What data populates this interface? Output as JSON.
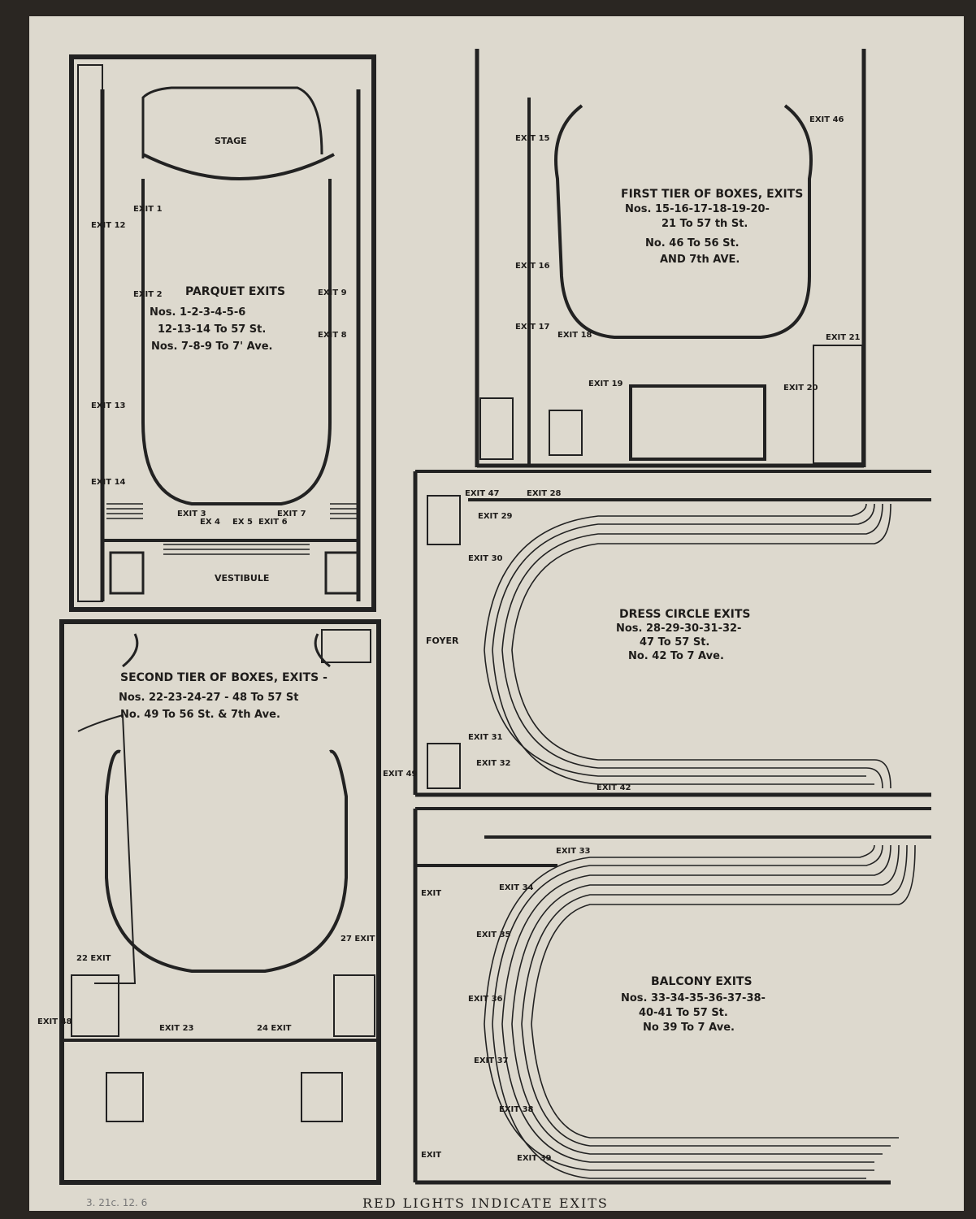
{
  "footer": "RED LIGHTS INDICATE EXITS",
  "pencil_note": "3. 21c. 12. 6",
  "rooms": {
    "stage": "STAGE",
    "vestibule": "VESTIBULE",
    "foyer": "FOYER"
  },
  "parquet": {
    "title": "PARQUET EXITS",
    "lines": [
      "Nos. 1-2-3-4-5-6",
      "12-13-14 To 57 St.",
      "Nos. 7-8-9 To 7' Ave."
    ]
  },
  "first_tier": {
    "title": "FIRST TIER OF BOXES, EXITS",
    "lines": [
      "Nos. 15-16-17-18-19-20-",
      "21 To 57 th St.",
      "No. 46 To 56 St.",
      "AND 7th AVE."
    ]
  },
  "second_tier": {
    "title": "SECOND TIER OF BOXES, EXITS -",
    "lines": [
      "Nos. 22-23-24-27 - 48 To 57 St",
      "No. 49 To 56 St. & 7th Ave."
    ]
  },
  "dress_circle": {
    "title": "DRESS CIRCLE EXITS",
    "lines": [
      "Nos. 28-29-30-31-32-",
      "47 To 57 St.",
      "No. 42 To 7 Ave."
    ]
  },
  "balcony": {
    "title": "BALCONY EXITS",
    "lines": [
      "Nos. 33-34-35-36-37-38-",
      "40-41 To 57 St.",
      "No 39 To 7 Ave."
    ]
  },
  "exit_word": "EXIT",
  "ex_word": "EX",
  "exit_labels": {
    "e1": "EXIT 1",
    "e2": "EXIT 2",
    "e3": "EXIT 3",
    "e4": "EX 4",
    "e5": "EX 5",
    "e6": "EXIT 6",
    "e7": "EXIT 7",
    "e8": "EXIT 8",
    "e9": "EXIT 9",
    "e12": "EXIT 12",
    "e13": "EXIT 13",
    "e14": "EXIT 14",
    "e15": "EXIT 15",
    "e16": "EXIT 16",
    "e17": "EXIT 17",
    "e18": "EXIT 18",
    "e19": "EXIT 19",
    "e20": "EXIT 20",
    "e21": "EXIT 21",
    "e46": "EXIT 46",
    "e22": "22 EXIT",
    "e23": "EXIT 23",
    "e24": "24 EXIT",
    "e27": "27 EXIT",
    "e48": "EXIT 48",
    "e49": "EXIT 49",
    "e28": "EXIT 28",
    "e29": "EXIT 29",
    "e30": "EXIT 30",
    "e31": "EXIT 31",
    "e32": "EXIT 32",
    "e42": "EXIT 42",
    "e47": "EXIT 47",
    "e33": "EXIT 33",
    "e34": "EXIT 34",
    "e35": "EXIT 35",
    "e36": "EXIT 36",
    "e37": "EXIT 37",
    "e38": "EXIT 38",
    "e39": "EXIT 39",
    "eA": "EXIT",
    "eB": "EXIT"
  }
}
